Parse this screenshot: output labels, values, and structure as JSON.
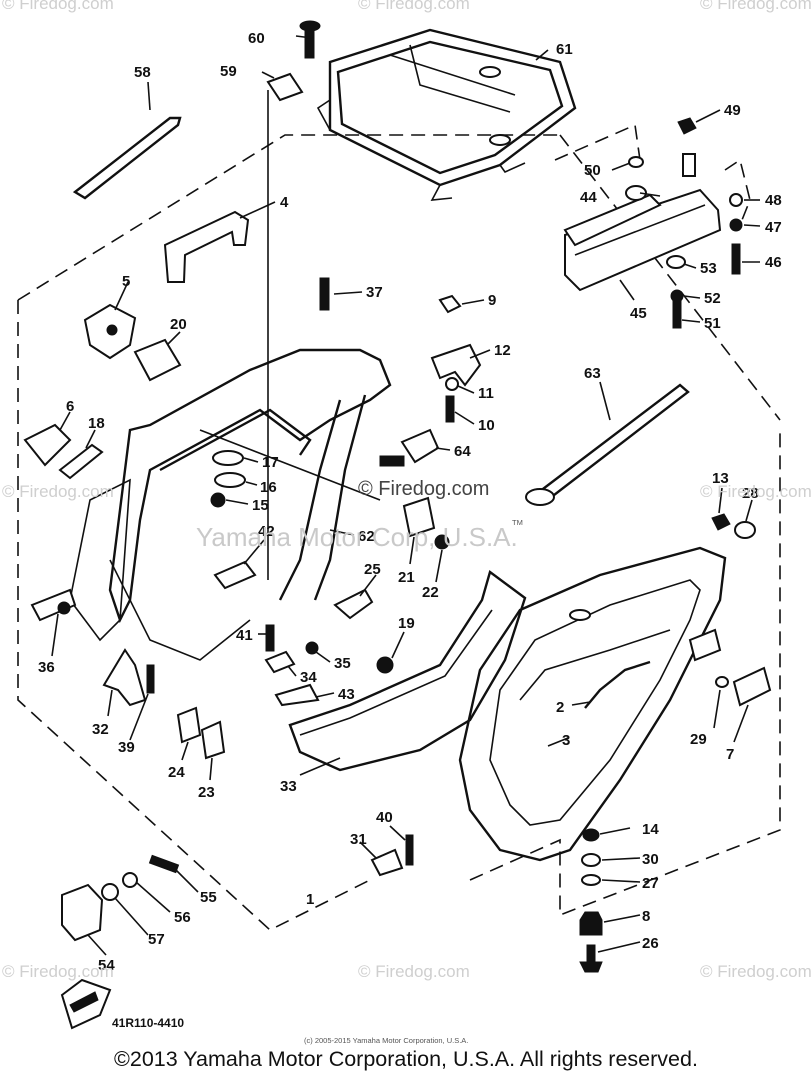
{
  "watermarks": {
    "corner": "© Firedog.com",
    "center_firedog": "© Firedog.com",
    "center_corp": "Yamaha Motor Corp, U.S.A.",
    "tm": "TM"
  },
  "diagram_code": "41R110-4410",
  "small_copyright": "(c) 2005-2015 Yamaha Motor Corporation, U.S.A.",
  "footer_copyright": "©2013 Yamaha Motor Corporation, U.S.A. All rights reserved.",
  "callouts": [
    "60",
    "59",
    "61",
    "58",
    "49",
    "4",
    "50",
    "44",
    "48",
    "47",
    "46",
    "5",
    "37",
    "9",
    "53",
    "52",
    "20",
    "45",
    "51",
    "12",
    "11",
    "6",
    "18",
    "10",
    "63",
    "17",
    "64",
    "16",
    "15",
    "13",
    "28",
    "42",
    "62",
    "21",
    "22",
    "25",
    "36",
    "19",
    "41",
    "35",
    "34",
    "2",
    "43",
    "32",
    "39",
    "29",
    "7",
    "24",
    "3",
    "23",
    "33",
    "14",
    "40",
    "31",
    "30",
    "27",
    "55",
    "1",
    "56",
    "8",
    "57",
    "26",
    "54"
  ]
}
